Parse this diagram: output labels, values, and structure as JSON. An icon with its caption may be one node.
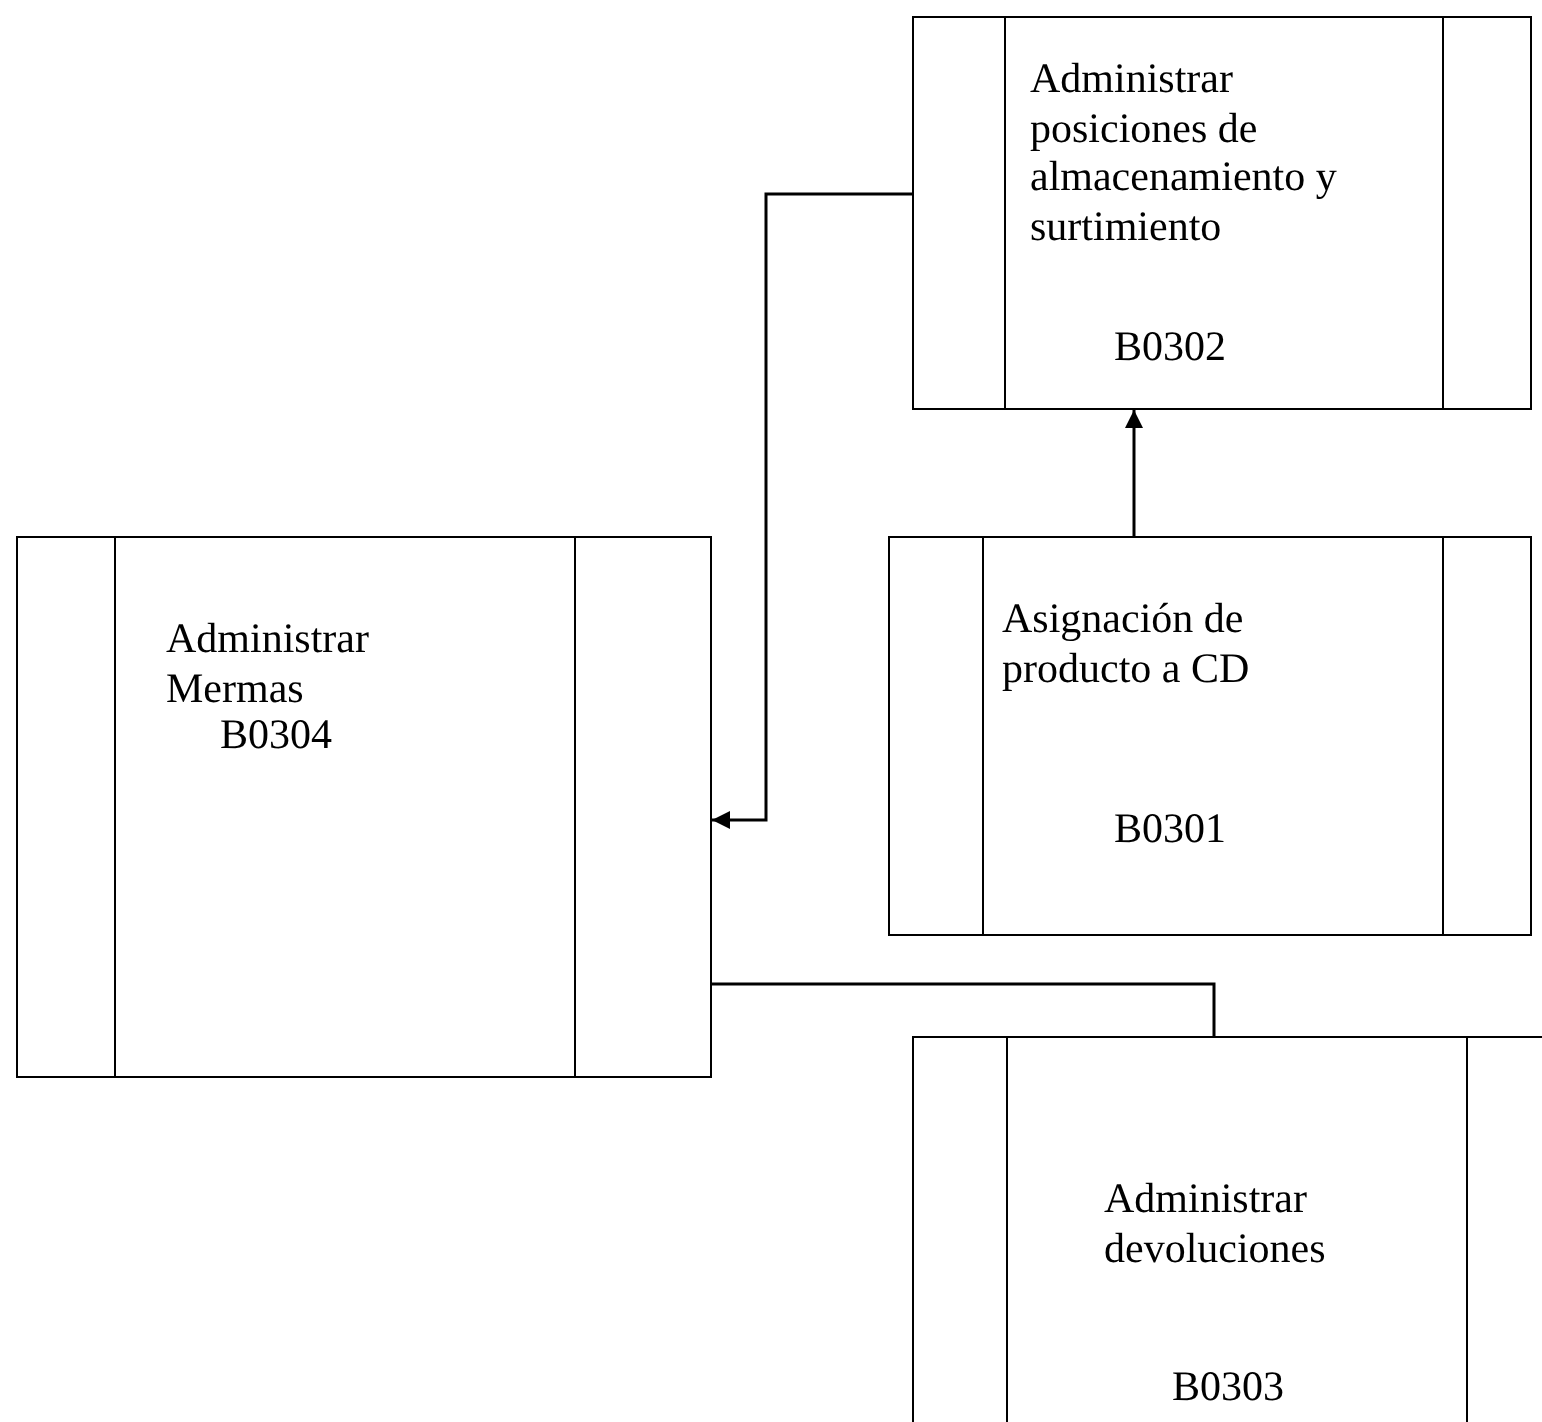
{
  "diagram": {
    "nodes": [
      {
        "text": [
          "Administrar posiciones de almacenamiento y surtimiento",
          "B0302"
        ]
      },
      {
        "text": [
          "Administrar Mermas",
          "B0304"
        ]
      },
      {
        "text": [
          "Asignación de producto a CD",
          "B0301"
        ]
      },
      {
        "text": [
          "Administrar devoluciones",
          "B0303"
        ]
      }
    ],
    "edges": [
      {
        "from": 0,
        "to": 1,
        "arrow": "to"
      },
      {
        "from": 2,
        "to": 0,
        "arrow": "to"
      },
      {
        "from": 3,
        "to": 1,
        "arrow": "to"
      }
    ]
  }
}
